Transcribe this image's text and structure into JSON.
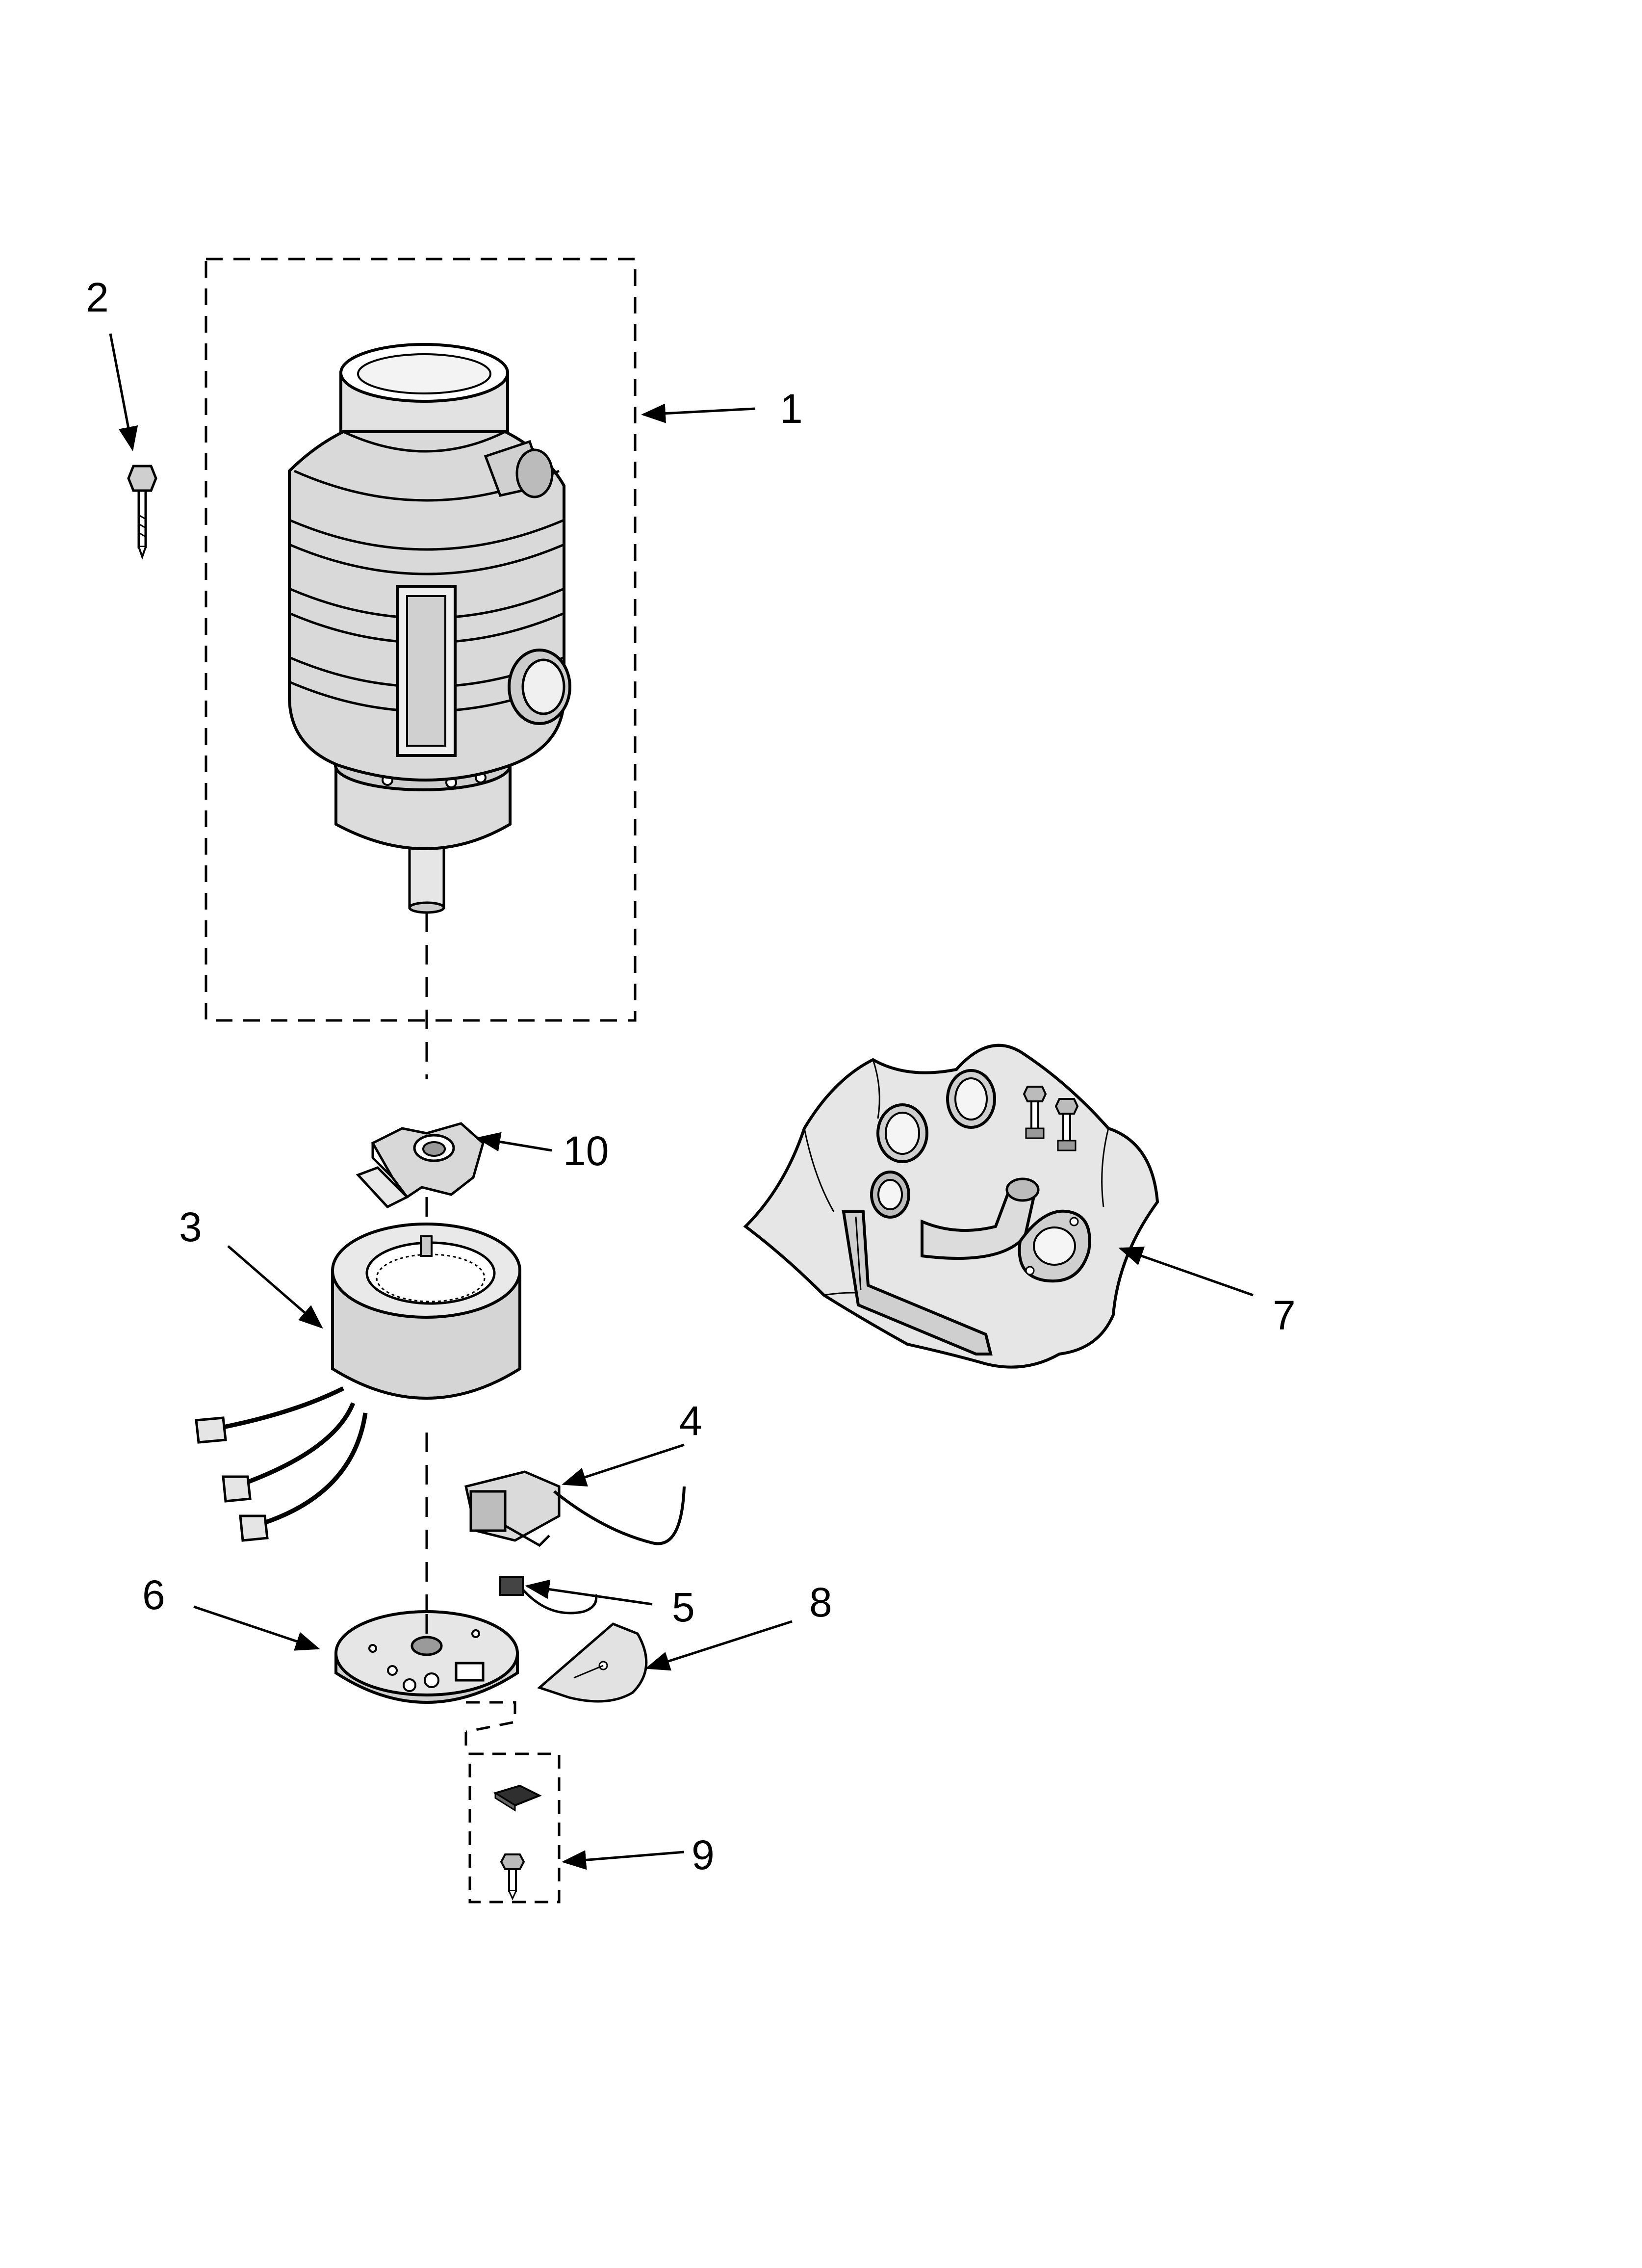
{
  "diagram": {
    "labels": {
      "l1": "1",
      "l2": "2",
      "l3": "3",
      "l4": "4",
      "l5": "5",
      "l6": "6",
      "l7": "7",
      "l8": "8",
      "l9": "9",
      "l10": "10"
    },
    "colors": {
      "ink": "#000000",
      "paper": "#ffffff",
      "shade": "#d9d9d9",
      "shade_dark": "#9a9a9a"
    }
  }
}
